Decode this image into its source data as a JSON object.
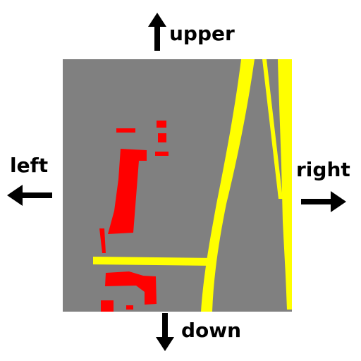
{
  "labels": {
    "upper": "upper",
    "down": "down",
    "left": "left",
    "right": "right"
  },
  "colors": {
    "background": "#808080",
    "road": "#ffff00",
    "building": "#ff0000",
    "text": "#000000",
    "arrow": "#000000"
  },
  "icons": {
    "up": "arrow-up-icon",
    "down": "arrow-down-icon",
    "left": "arrow-left-icon",
    "right": "arrow-right-icon"
  }
}
